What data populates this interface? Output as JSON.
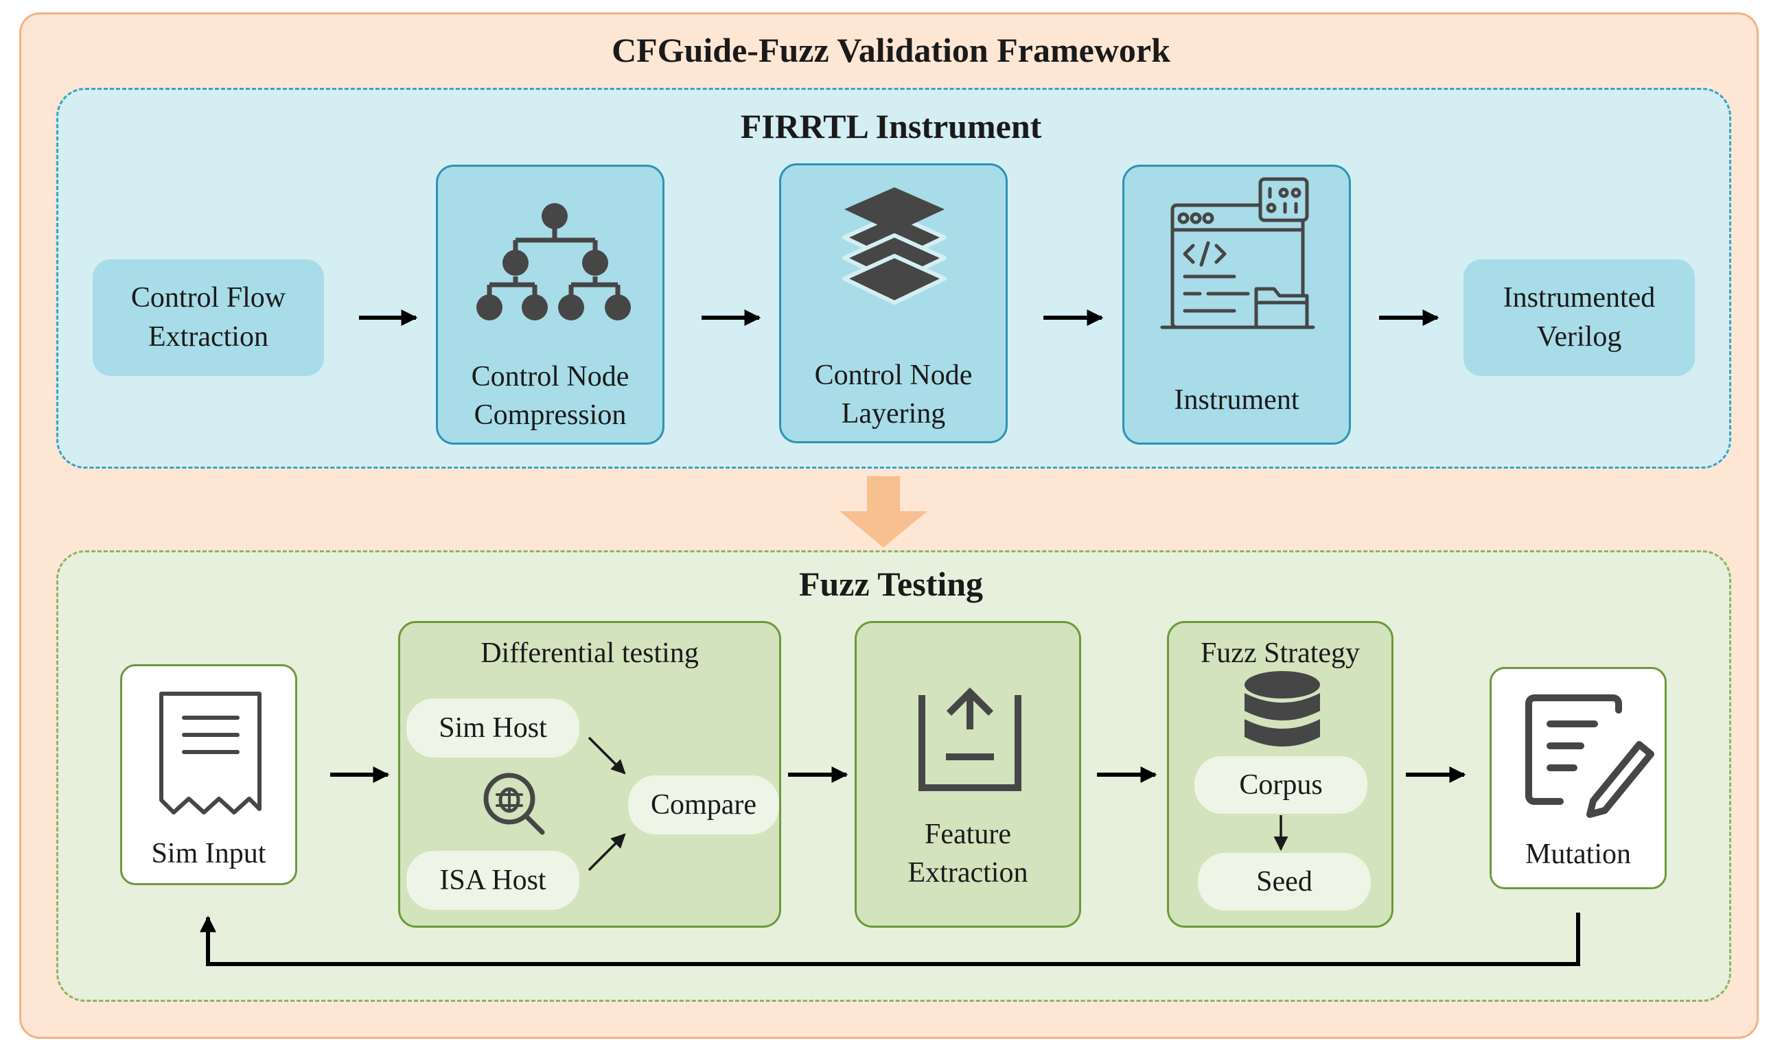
{
  "title": "CFGuide-Fuzz Validation Framework",
  "firrtl": {
    "title": "FIRRTL Instrument",
    "steps": [
      {
        "line1": "Control Flow",
        "line2": "Extraction"
      },
      {
        "line1": "Control Node",
        "line2": "Compression",
        "icon": "hierarchy-icon"
      },
      {
        "line1": "Control Node",
        "line2": "Layering",
        "icon": "layers-icon"
      },
      {
        "line1": "Instrument",
        "icon": "code-window-icon"
      },
      {
        "line1": "Instrumented",
        "line2": "Verilog"
      }
    ]
  },
  "fuzz": {
    "title": "Fuzz Testing",
    "sim_input": {
      "label": "Sim Input",
      "icon": "receipt-icon"
    },
    "differential": {
      "title": "Differential testing",
      "sim_host": "Sim Host",
      "isa_host": "ISA Host",
      "compare": "Compare",
      "icon": "bug-search-icon"
    },
    "feature": {
      "line1": "Feature",
      "line2": "Extraction",
      "icon": "upload-tray-icon"
    },
    "strategy": {
      "title": "Fuzz Strategy",
      "corpus": "Corpus",
      "seed": "Seed",
      "icon": "database-icon"
    },
    "mutation": {
      "label": "Mutation",
      "icon": "edit-document-icon"
    }
  },
  "colors": {
    "outer_bg": "#fde6d4",
    "outer_border": "#f4b183",
    "top_bg": "#d5eef3",
    "top_border": "#3aa2c3",
    "blue_box": "#a8dce8",
    "bottom_bg": "#e7f0dc",
    "bottom_border": "#8fb360",
    "green_box": "#d3e3bd",
    "icon": "#464646"
  }
}
